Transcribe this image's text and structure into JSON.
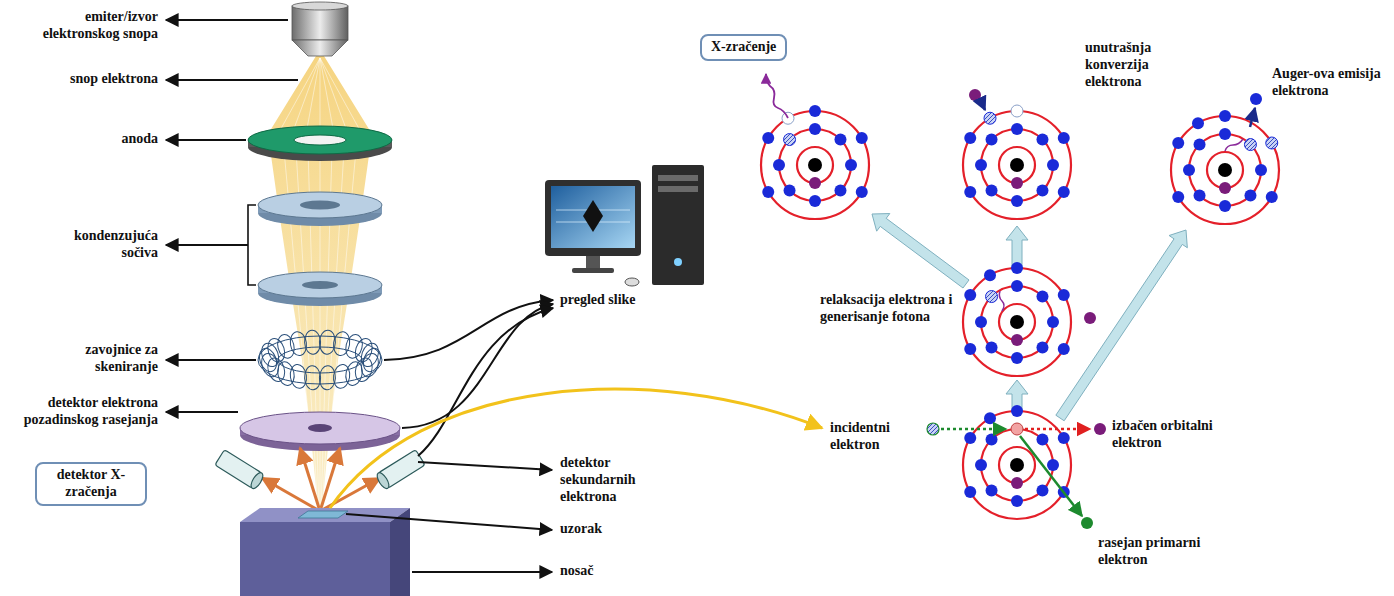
{
  "diagram": {
    "nodes": [
      {
        "text": [
          "X-zračenje"
        ]
      },
      {
        "text": [
          "detektor X-zračenja"
        ]
      }
    ],
    "labels": [
      "emiter/izvor elektronskog snopa",
      "snop elektrona",
      "anoda",
      "kondenzujuća sočiva",
      "zavojnice za skeniranje",
      "detektor elektrona pozadinskog rasejanja",
      "pregled slike",
      "detektor sekundarnih elektrona",
      "uzorak",
      "nosač",
      "relaksacija elektrona i generisanje fotona",
      "unutrašnja konverzija elektrona",
      "Auger-ova emisija elektrona",
      "incidentni elektron",
      "izbačen orbitalni elektron",
      "rasejan primarni elektron"
    ]
  }
}
